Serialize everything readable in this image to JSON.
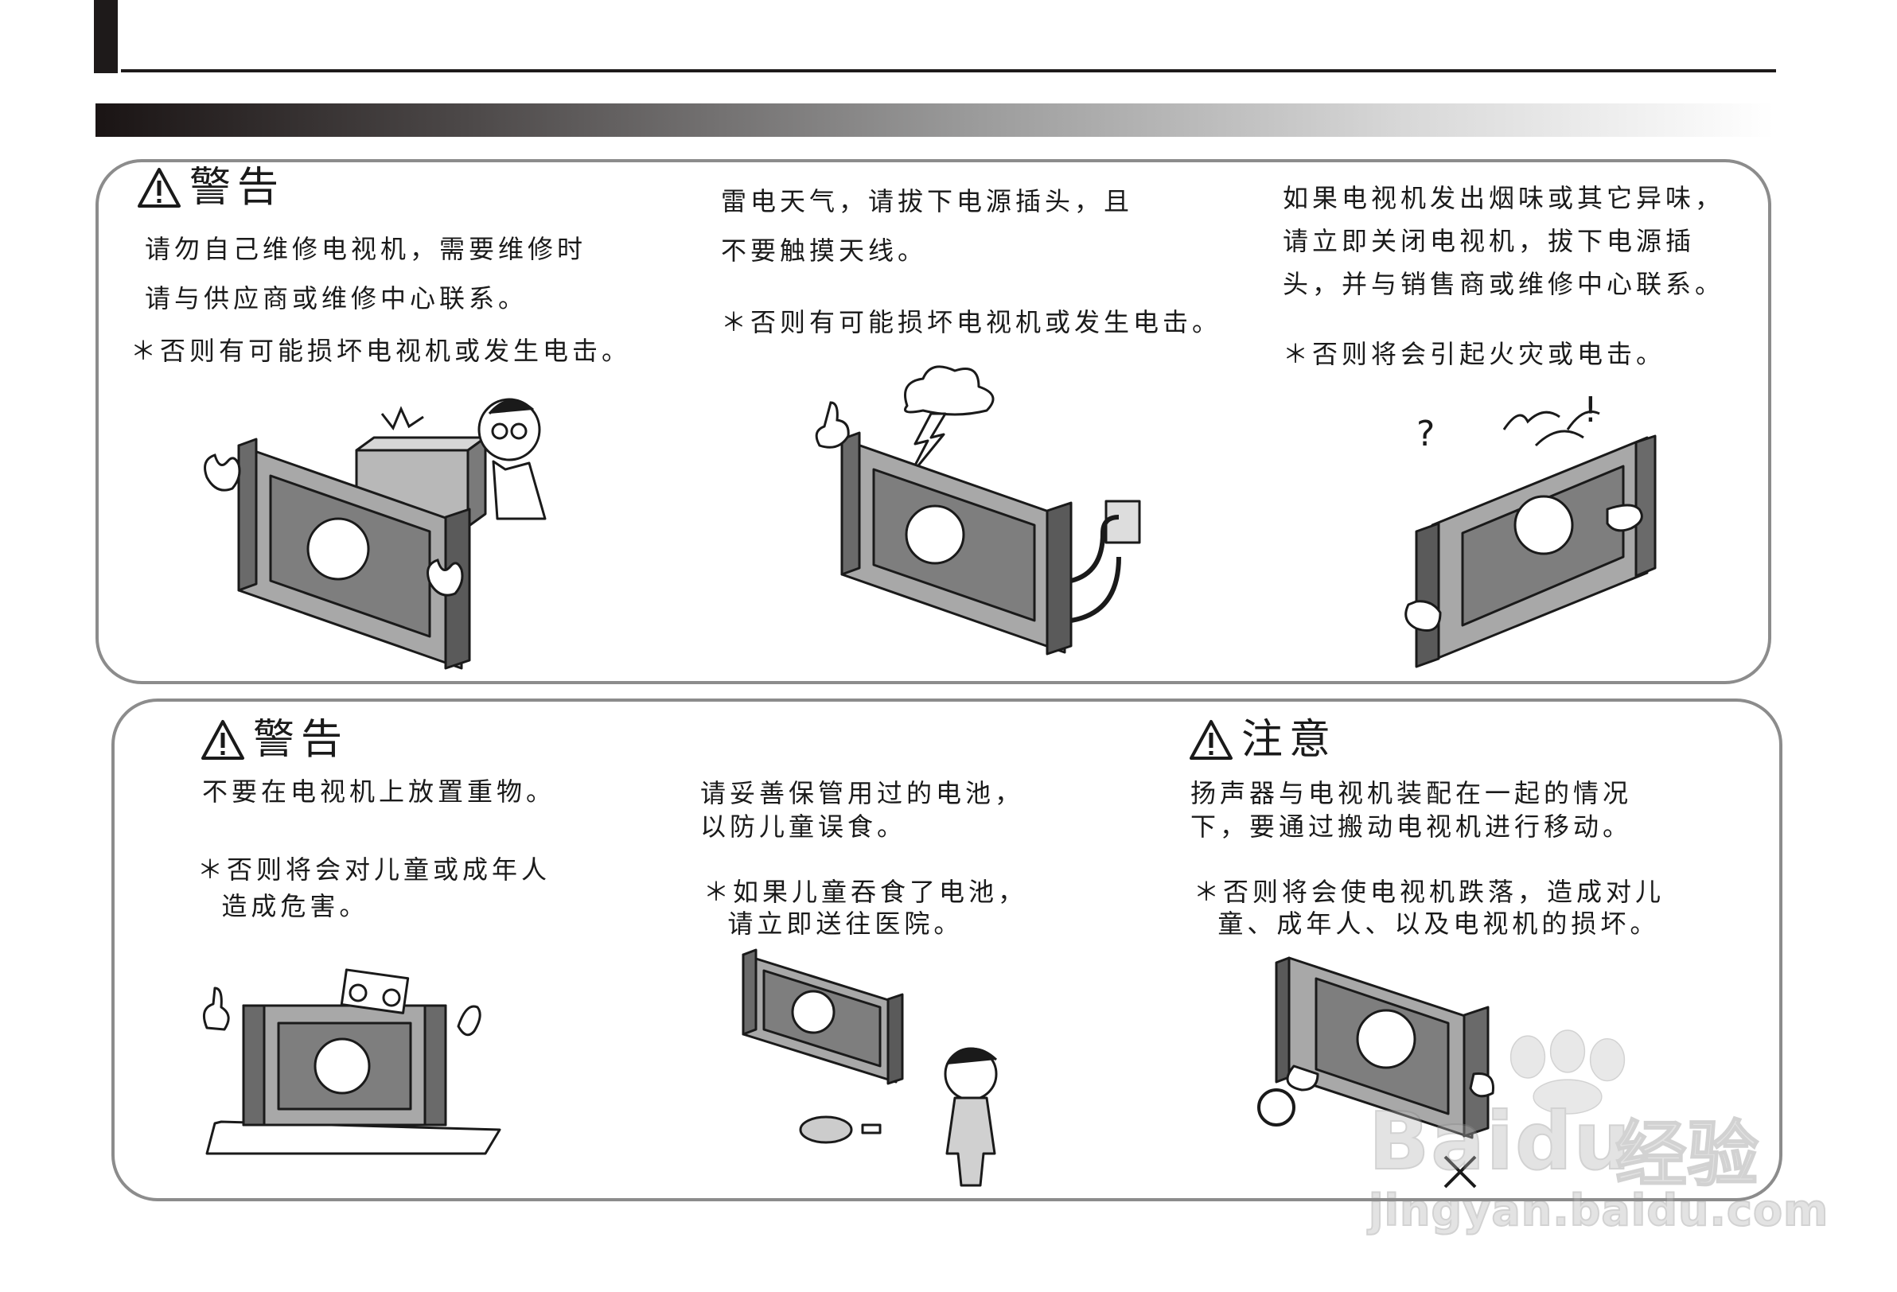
{
  "panel1": {
    "heading": "警告",
    "col1": {
      "line1": "请勿自己维修电视机，需要维修时",
      "line2": "请与供应商或维修中心联系。",
      "note": "＊否则有可能损坏电视机或发生电击。"
    },
    "col2": {
      "line1": "雷电天气，请拔下电源插头，且",
      "line2": "不要触摸天线。",
      "note": "＊否则有可能损坏电视机或发生电击。"
    },
    "col3": {
      "line1": "如果电视机发出烟味或其它异味，",
      "line2": "请立即关闭电视机，拔下电源插",
      "line3": "头，并与销售商或维修中心联系。",
      "note": "＊否则将会引起火灾或电击。"
    }
  },
  "panel2": {
    "col1": {
      "heading": "警告",
      "line1": "不要在电视机上放置重物。",
      "note1": "＊否则将会对儿童或成年人",
      "note2": "  造成危害。"
    },
    "col2": {
      "line1": "请妥善保管用过的电池，",
      "line2": "以防儿童误食。",
      "note1": "＊如果儿童吞食了电池，",
      "note2": "  请立即送往医院。"
    },
    "col3": {
      "heading": "注意",
      "line1": "扬声器与电视机装配在一起的情况",
      "line2": "下，要通过搬动电视机进行移动。",
      "note1": "＊否则将会使电视机跌落，造成对儿",
      "note2": "  童、成年人、以及电视机的损坏。"
    }
  },
  "watermark": {
    "brand_latin": "Bai",
    "brand_tail": "du",
    "brand_cn": "经验",
    "url": "jingyan.baidu.com"
  },
  "icons": [
    "warning-triangle-icon",
    "circle-ok-icon",
    "cross-no-icon",
    "lightning-icon",
    "paw-icon"
  ],
  "colors": {
    "ink": "#1a1a1a",
    "panel_border": "#8c8c8c",
    "tv_frame": "#a8a8a8",
    "tv_screen": "#808080"
  }
}
